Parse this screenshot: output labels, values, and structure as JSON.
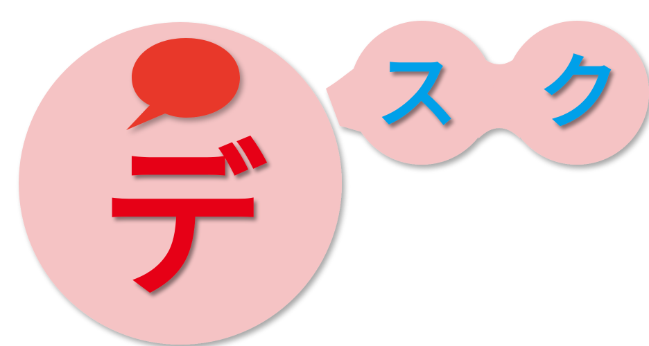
{
  "logo": {
    "characters": [
      "デ",
      "ス",
      "ク"
    ],
    "colors": {
      "bubble": "#f5c3c4",
      "primary_char": "#e60012",
      "secondary_chars": "#00a0e9",
      "speech_icon": "#e8392a",
      "shadow": "#b3a8a0"
    },
    "icons": [
      "speech-bubble-icon"
    ]
  }
}
